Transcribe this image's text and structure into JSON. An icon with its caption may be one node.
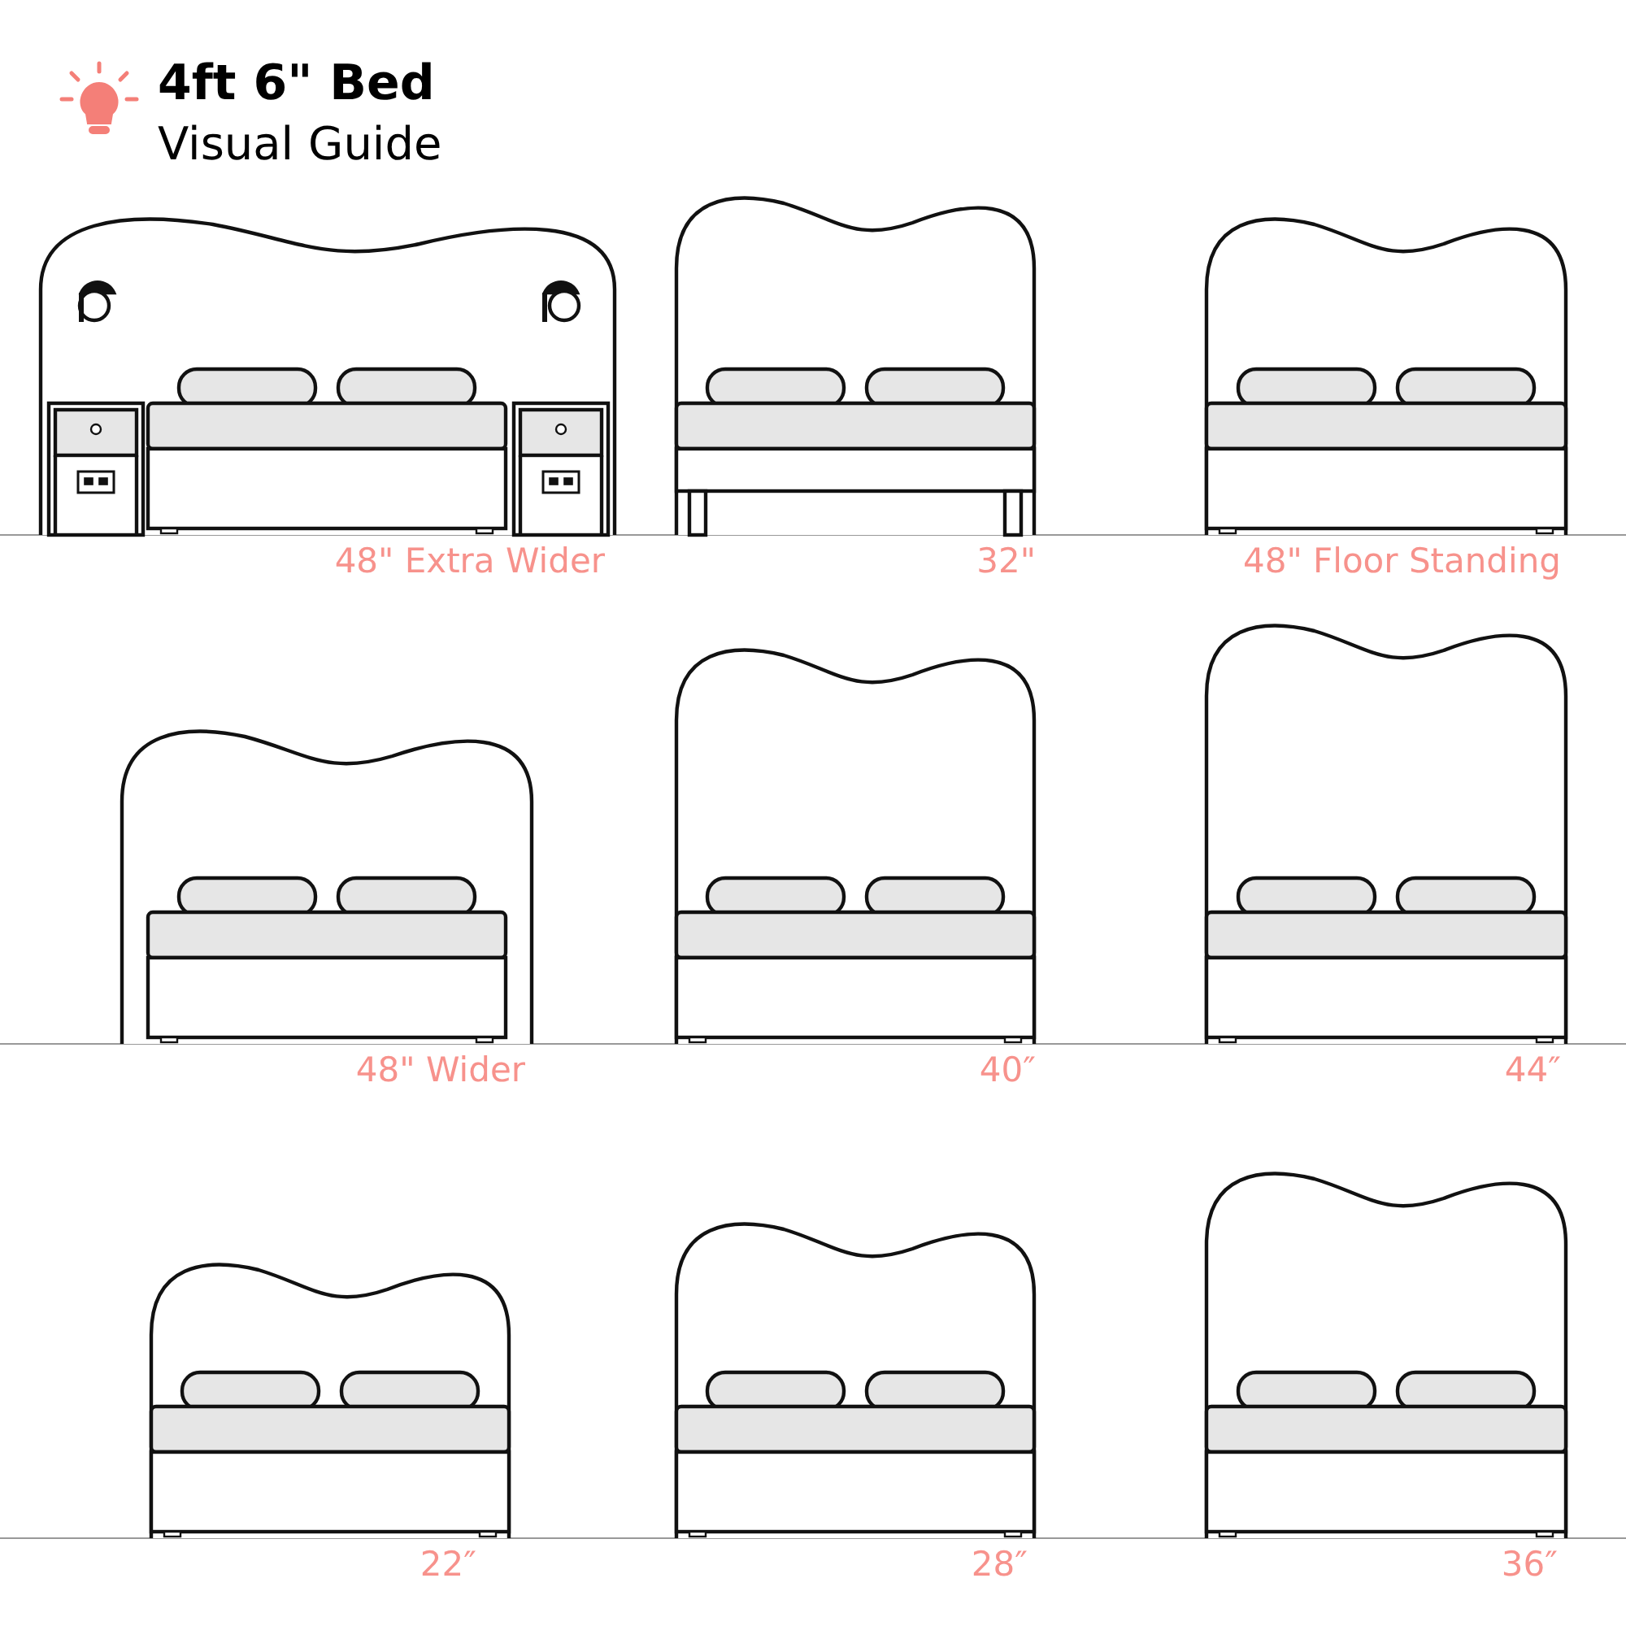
{
  "diagram": {
    "title": "4ft 6\" Bed",
    "labels": [
      "Visual Guide",
      "48\" Extra Wider",
      "32\"",
      "48\" Floor Standing",
      "48\" Wider",
      "40″",
      "44″",
      "22″",
      "28″",
      "36″"
    ]
  }
}
